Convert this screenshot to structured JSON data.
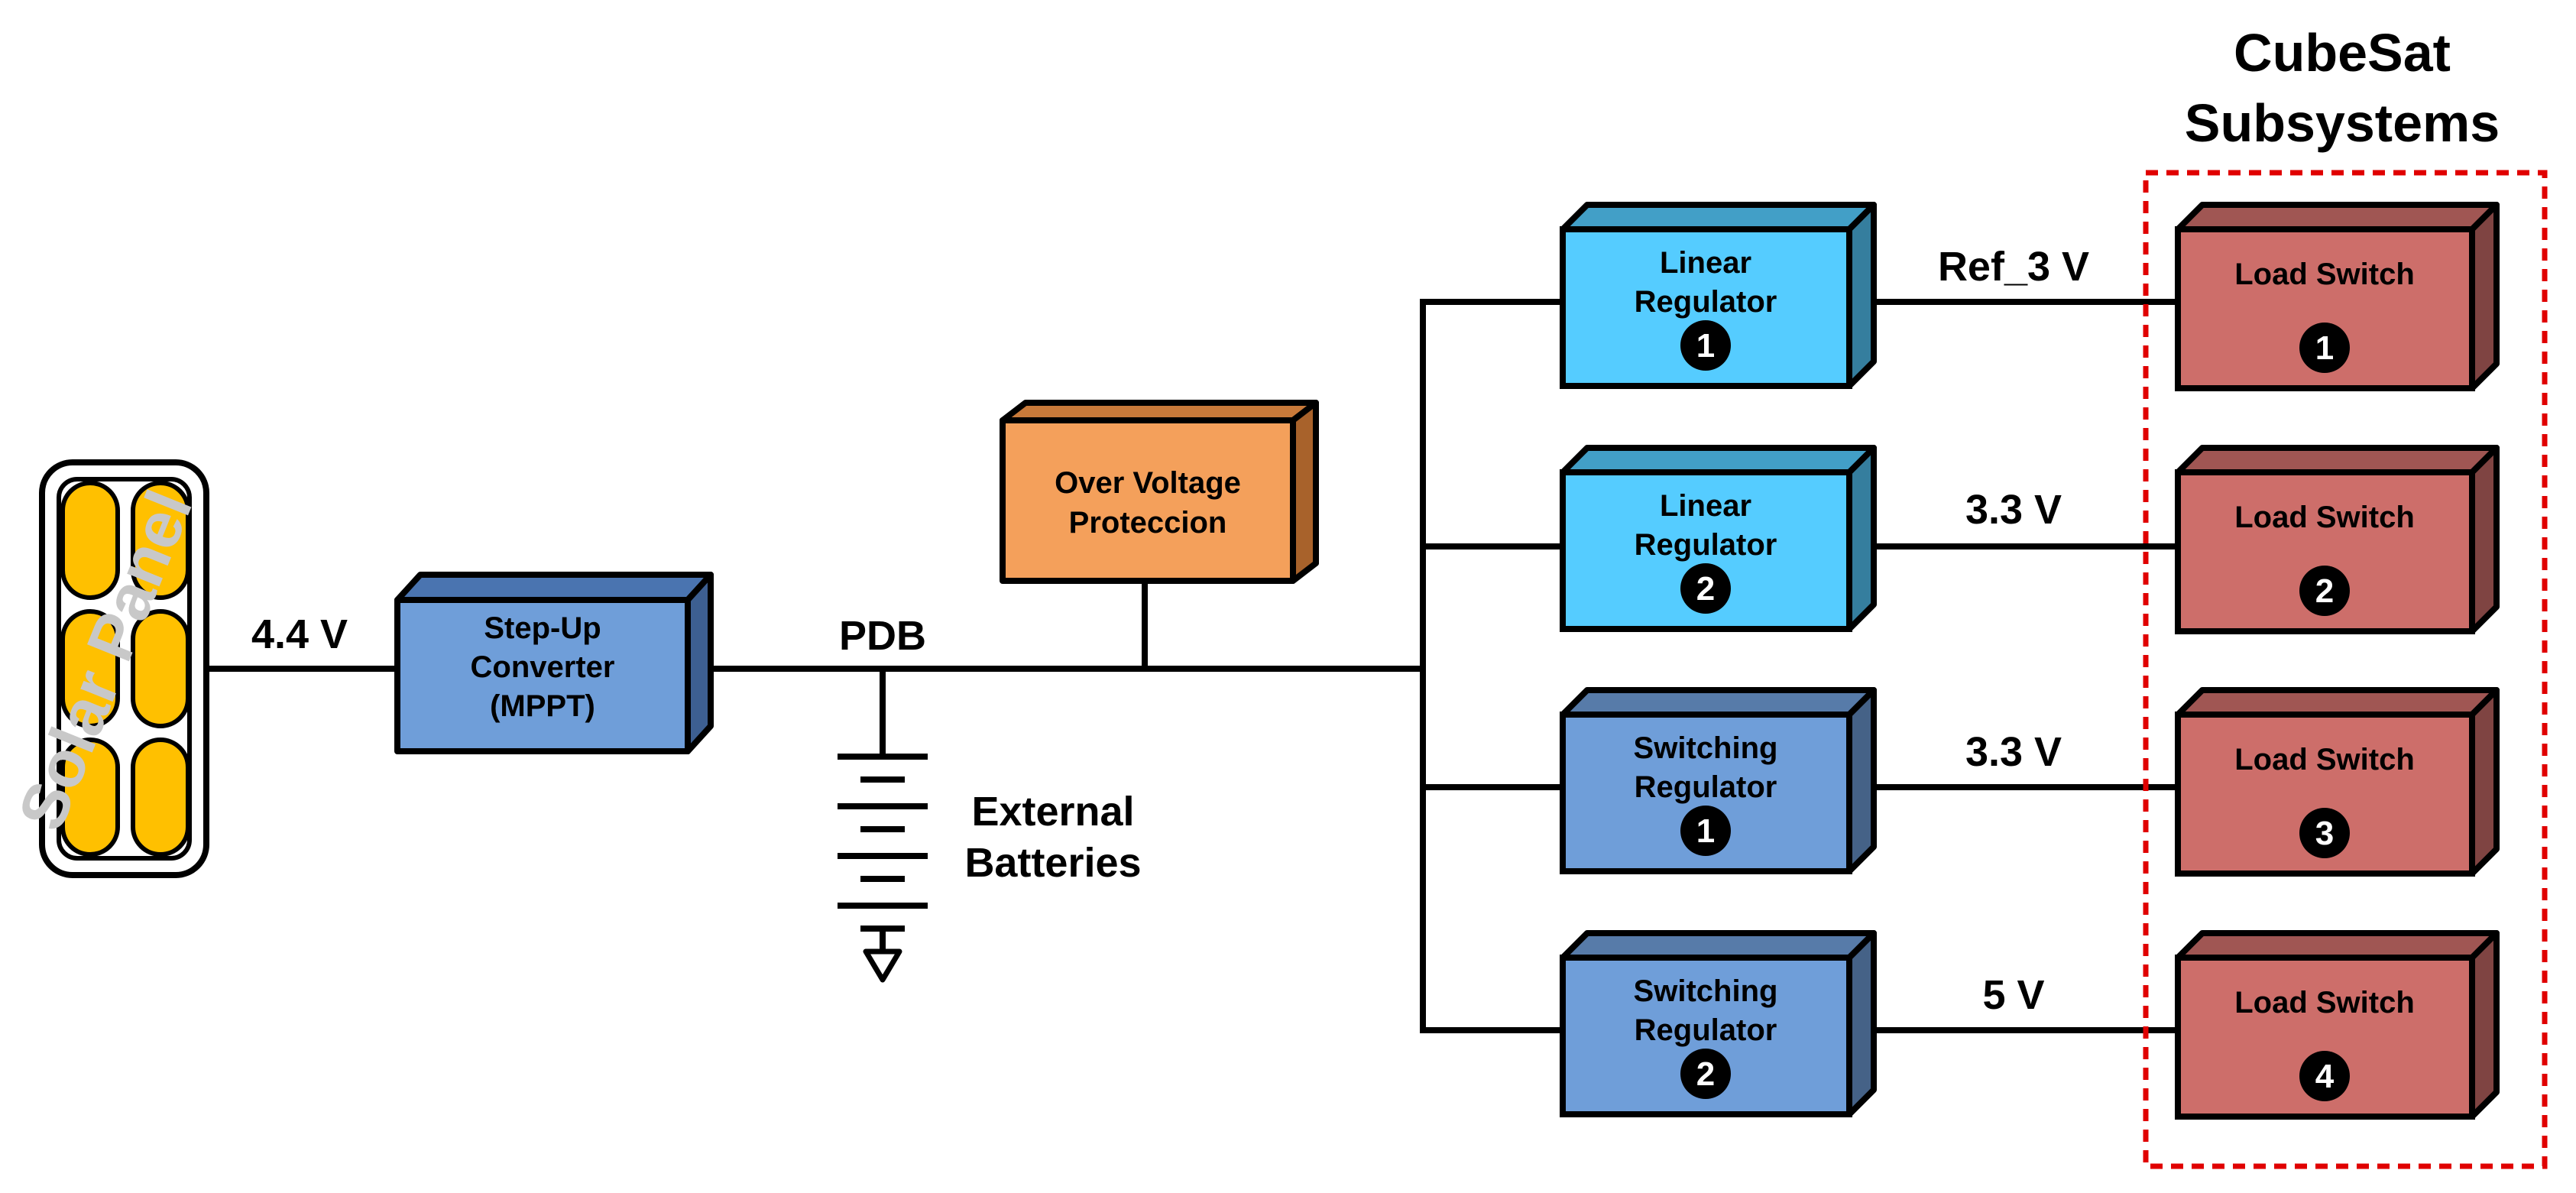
{
  "colors": {
    "solar_cell": "#FFC000",
    "step_up": "#6F9ED9",
    "over_voltage": "#F4A05B",
    "linear": "#55CCFF",
    "switching": "#6F9ED9",
    "load_switch": "#CD6E6A",
    "subsystem_border": "#E00000"
  },
  "solar_panel": {
    "text": "Solar Panel"
  },
  "voltage_in": "4.4 V",
  "step_up": {
    "line1": "Step-Up",
    "line2": "Converter",
    "line3": "(MPPT)"
  },
  "pdb_label": "PDB",
  "over_voltage": {
    "line1": "Over Voltage",
    "line2": "Proteccion"
  },
  "batteries": {
    "line1": "External",
    "line2": "Batteries"
  },
  "subsystems_title": {
    "line1": "CubeSat",
    "line2": "Subsystems"
  },
  "regulators": [
    {
      "line1": "Linear",
      "line2": "Regulator",
      "number": "1",
      "output": "Ref_3 V"
    },
    {
      "line1": "Linear",
      "line2": "Regulator",
      "number": "2",
      "output": "3.3 V"
    },
    {
      "line1": "Switching",
      "line2": "Regulator",
      "number": "1",
      "output": "3.3 V"
    },
    {
      "line1": "Switching",
      "line2": "Regulator",
      "number": "2",
      "output": "5 V"
    }
  ],
  "load_switches": [
    {
      "label": "Load Switch",
      "number": "1"
    },
    {
      "label": "Load Switch",
      "number": "2"
    },
    {
      "label": "Load Switch",
      "number": "3"
    },
    {
      "label": "Load Switch",
      "number": "4"
    }
  ]
}
